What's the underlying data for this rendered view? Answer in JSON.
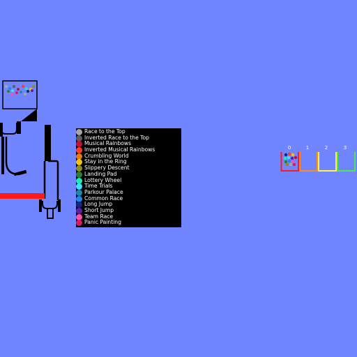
{
  "legend": {
    "items": [
      {
        "label": "Race to the Top",
        "color": "#A6A6A6"
      },
      {
        "label": "Inverted Race to the Top",
        "color": "#5E5E5E"
      },
      {
        "label": "Musical Rainbows",
        "color": "#C8102E"
      },
      {
        "label": "Inverted Musical Rainbows",
        "color": "#FF3D1F"
      },
      {
        "label": "Crumbling World",
        "color": "#E87A0F"
      },
      {
        "label": "Stay in the Ring",
        "color": "#F4C20D"
      },
      {
        "label": "Slippery Descent",
        "color": "#8A8F1A"
      },
      {
        "label": "Landing Pad",
        "color": "#2E7D32"
      },
      {
        "label": "Lottery Wheel",
        "color": "#1DE9B6"
      },
      {
        "label": "Time Trials",
        "color": "#3FE0FF"
      },
      {
        "label": "Parkour Palace",
        "color": "#1E88A8"
      },
      {
        "label": "Common Race",
        "color": "#1E88E5"
      },
      {
        "label": "Long Jump",
        "color": "#1A237E"
      },
      {
        "label": "Short Jump",
        "color": "#5E1EA8"
      },
      {
        "label": "Team Race",
        "color": "#FF4FA3"
      },
      {
        "label": "Panic Painting",
        "color": "#D81B60"
      }
    ]
  },
  "bins": [
    {
      "label": "0",
      "color": "#FF1A1A",
      "count": 13
    },
    {
      "label": "1",
      "color": "#FF8A2A",
      "count": 0
    },
    {
      "label": "2",
      "color": "#FFF24A",
      "count": 0
    },
    {
      "label": "3",
      "color": "#4DE84D",
      "count": 0
    }
  ],
  "hopper_balls": [
    "#A6A6A6",
    "#1E88E5",
    "#5E5E5E",
    "#C8102E",
    "#FF3D1F",
    "#1DE9B6",
    "#F4C20D",
    "#8A8F1A",
    "#2E7D32",
    "#3FE0FF",
    "#1E88A8",
    "#1A237E",
    "#5E1EA8",
    "#FF4FA3",
    "#D81B60",
    "#A6A6A6"
  ],
  "bin_balls": [
    "#1A237E",
    "#FF3D1F",
    "#F4C20D",
    "#1DE9B6",
    "#3FE0FF",
    "#5E1EA8",
    "#C8102E",
    "#2E7D32",
    "#1E88E5",
    "#FF4FA3",
    "#8A8F1A",
    "#A6A6A6",
    "#D81B60"
  ],
  "colors": {
    "background": "#7185FF",
    "wall": "#000000",
    "track_bar": "#FF1A1A"
  }
}
